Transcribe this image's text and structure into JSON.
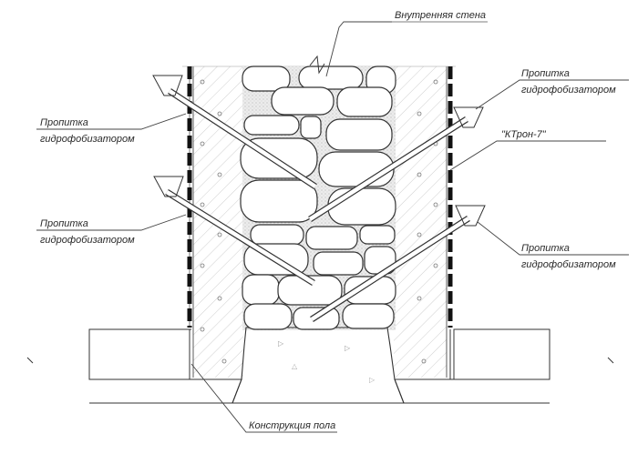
{
  "title": "Cross-section: hydrophobic impregnation of rubble-stone wall",
  "labels": {
    "inner_wall": "Внутренняя стена",
    "impregnation_top_left_1": "Пропитка",
    "impregnation_top_left_2": "гидрофобизатором",
    "impregnation_mid_left_1": "Пропитка",
    "impregnation_mid_left_2": "гидрофобизатором",
    "impregnation_top_right_1": "Пропитка",
    "impregnation_top_right_2": "гидрофобизатором",
    "ktron": "\"КТрон-7\"",
    "impregnation_bottom_right_1": "Пропитка",
    "impregnation_bottom_right_2": "гидрофобизатором",
    "floor_construction": "Конструкция пола"
  },
  "colors": {
    "line": "#333333",
    "hatch": "#c8c8c8",
    "mortar": "#e6e6e6",
    "membrane": "#111111"
  },
  "elements": {
    "stone_core": "rubble-stone-masonry",
    "plaster_layers": "hatched-concrete",
    "waterproof_membrane": "dashed-black-strip",
    "injection_tubes": 4,
    "funnels": 4
  }
}
